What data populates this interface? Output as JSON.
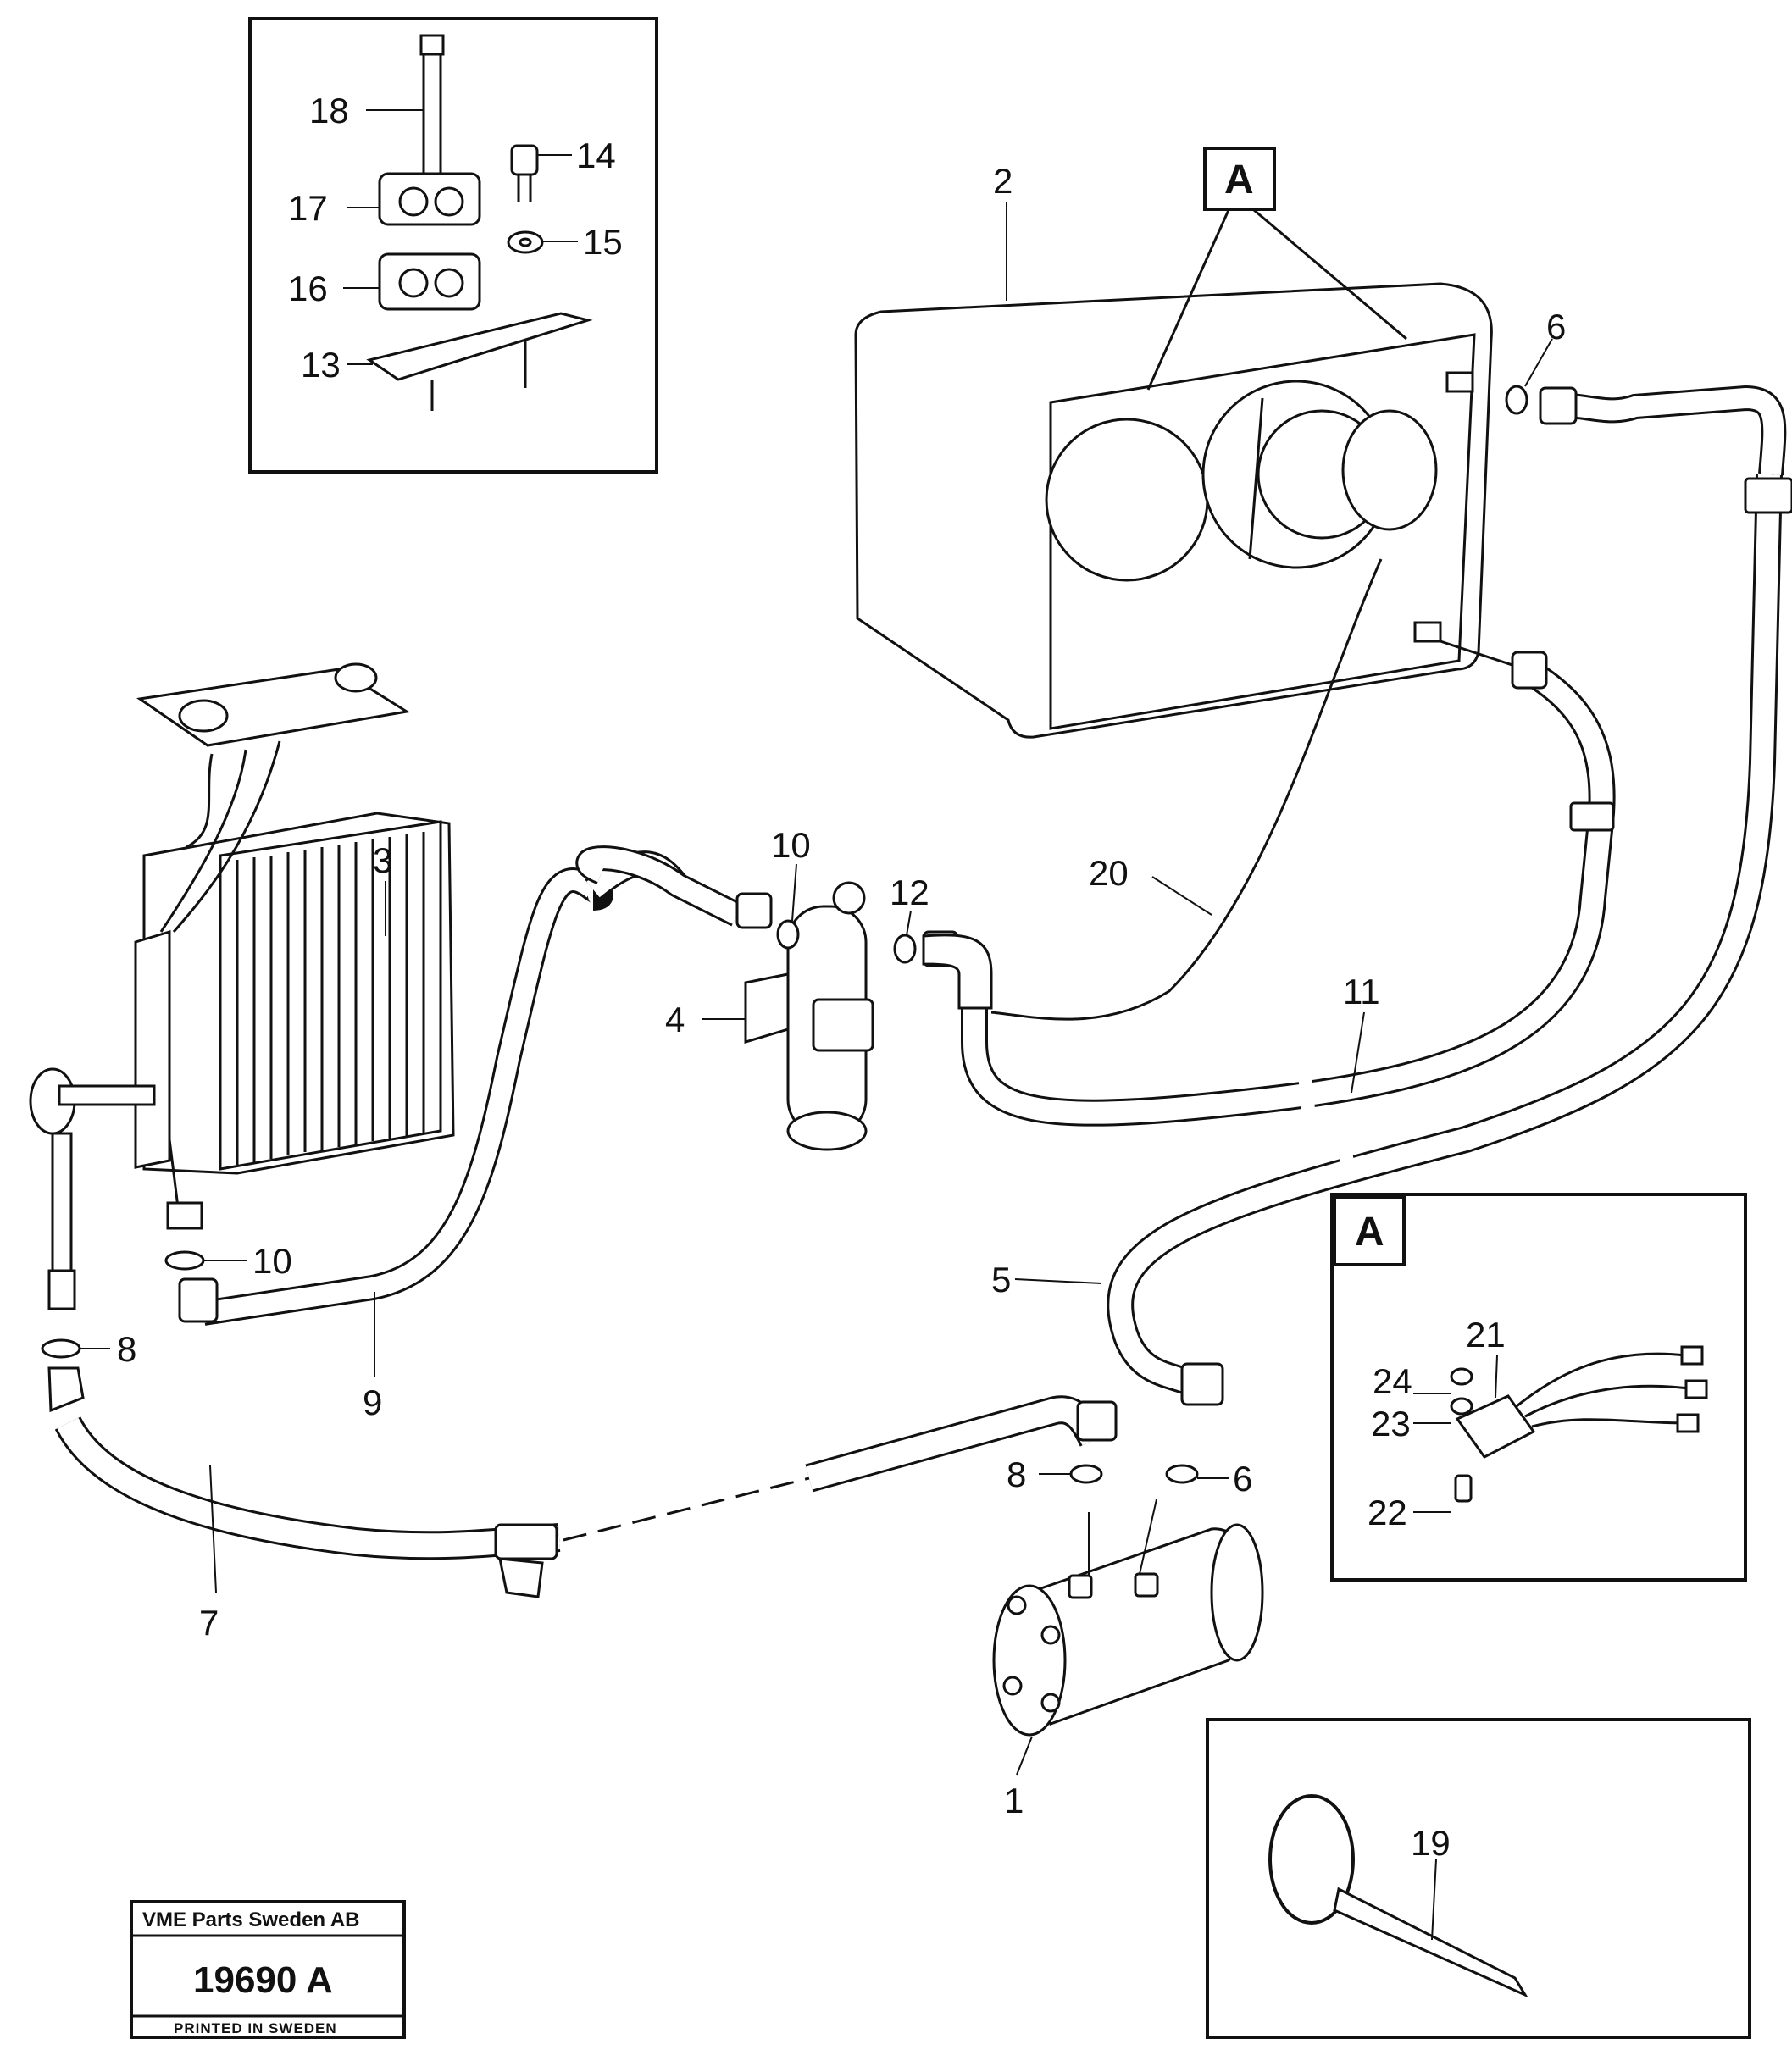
{
  "callouts": {
    "c1": "1",
    "c2": "2",
    "c3": "3",
    "c4": "4",
    "c5": "5",
    "c6a": "6",
    "c6b": "6",
    "c7": "7",
    "c8a": "8",
    "c8b": "8",
    "c9": "9",
    "c10a": "10",
    "c10b": "10",
    "c11": "11",
    "c12": "12",
    "c13": "13",
    "c14": "14",
    "c15": "15",
    "c16": "16",
    "c17": "17",
    "c18": "18",
    "c19": "19",
    "c20": "20",
    "c21": "21",
    "c22": "22",
    "c23": "23",
    "c24": "24"
  },
  "detail_refs": {
    "main": "A",
    "inset": "A"
  },
  "stamp": {
    "company": "VME Parts Sweden AB",
    "number": "19690 A",
    "printed": "PRINTED IN SWEDEN"
  }
}
